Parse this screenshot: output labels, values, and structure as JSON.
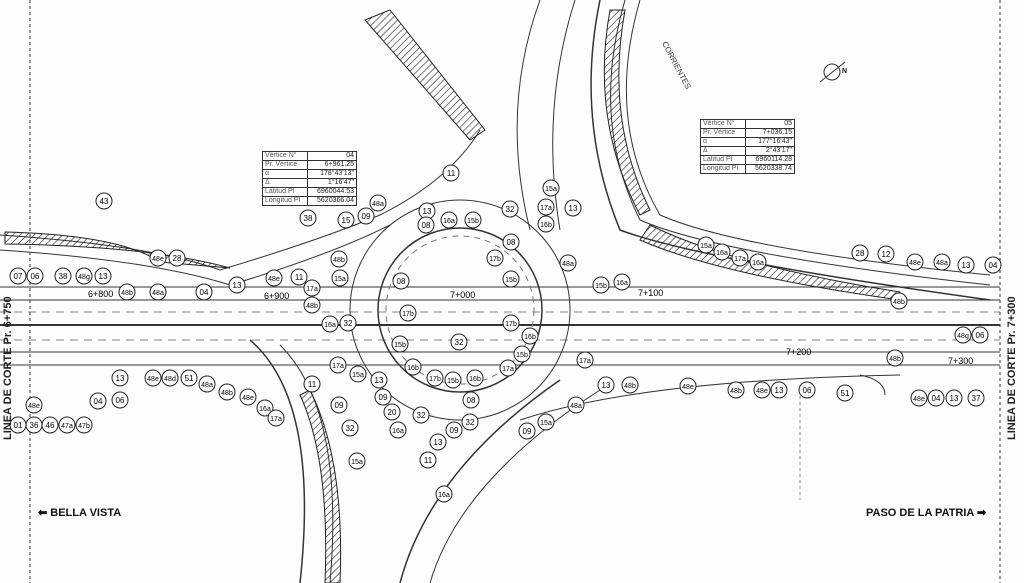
{
  "vertex_tables": [
    {
      "rows": [
        {
          "label": "Vértice N°",
          "value": "04"
        },
        {
          "label": "Pr. Vértice",
          "value": "6+961.25"
        },
        {
          "label": "α",
          "value": "178°43'13\""
        },
        {
          "label": "Δ",
          "value": "1°16'47\""
        },
        {
          "label": "Latitud PI",
          "value": "6960044.53"
        },
        {
          "label": "Longitud PI",
          "value": "5620366.04"
        }
      ]
    },
    {
      "rows": [
        {
          "label": "Vértice N°",
          "value": "05"
        },
        {
          "label": "Pr. Vértice",
          "value": "7+036.15"
        },
        {
          "label": "α",
          "value": "177°16'43\""
        },
        {
          "label": "Δ",
          "value": "2°43'17\""
        },
        {
          "label": "Latitud PI",
          "value": "6960114.28"
        },
        {
          "label": "Longitud PI",
          "value": "5620338.74"
        }
      ]
    }
  ],
  "chainages": [
    "6+800",
    "6+900",
    "7+000",
    "7+100",
    "7+200",
    "7+300"
  ],
  "cut_lines": {
    "left": "LINEA DE CORTE  Pr. 6+750",
    "right": "LINEA DE CORTE  Pr. 7+300"
  },
  "directions": {
    "left": "BELLA VISTA",
    "right": "PASO DE LA PATRIA"
  },
  "road_label": "CORRIENTES",
  "north_arrow": "N",
  "callouts": [
    "07",
    "06",
    "38",
    "48g",
    "13",
    "48e",
    "28",
    "48b",
    "48a",
    "04",
    "13",
    "48e",
    "11",
    "17a",
    "43",
    "38",
    "15",
    "09",
    "48a",
    "13",
    "11",
    "32",
    "15a",
    "17a",
    "16b",
    "13",
    "16a",
    "15b",
    "08",
    "17b",
    "08",
    "48b",
    "15a",
    "48b",
    "16a",
    "32",
    "08",
    "17b",
    "15b",
    "16b",
    "17b",
    "15b",
    "16b",
    "08",
    "32",
    "15b",
    "17b",
    "16b",
    "15b",
    "17a",
    "48a",
    "15b",
    "16a",
    "17a",
    "13",
    "48b",
    "48e",
    "48a",
    "15a",
    "16a",
    "17a",
    "16a",
    "28",
    "12",
    "48e",
    "48a",
    "13",
    "04",
    "48b",
    "48g",
    "06",
    "48b",
    "48b",
    "48e",
    "13",
    "06",
    "51",
    "48e",
    "04",
    "13",
    "37",
    "13",
    "48e",
    "48d",
    "51",
    "48a",
    "48b",
    "48e",
    "04",
    "06",
    "48e",
    "01",
    "36",
    "46",
    "47a",
    "47b",
    "16a",
    "17a",
    "11",
    "17a",
    "15a",
    "09",
    "13",
    "09",
    "20",
    "16a",
    "32",
    "13",
    "11",
    "32",
    "15a",
    "16a",
    "09",
    "15a",
    "09",
    "32"
  ]
}
